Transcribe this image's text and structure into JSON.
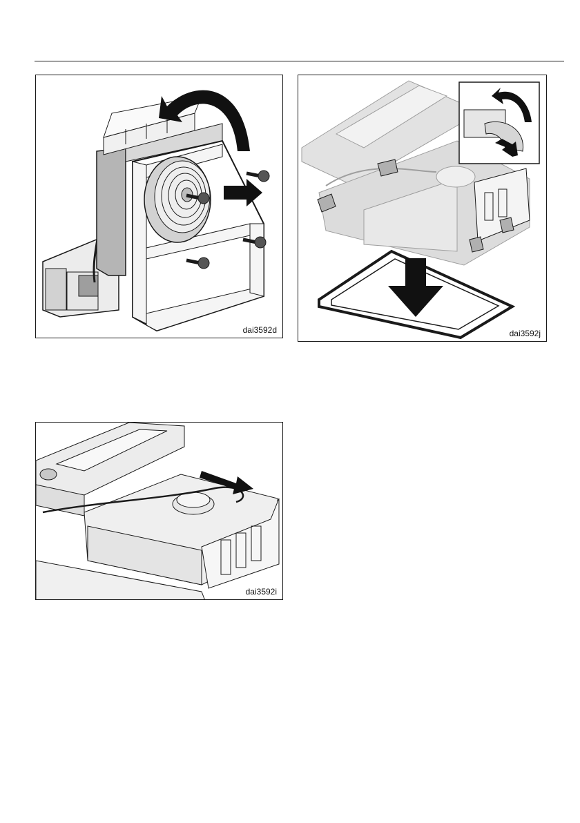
{
  "figures": [
    {
      "code": "dai3592d",
      "subject": "fan-module-removal"
    },
    {
      "code": "dai3592j",
      "subject": "housing-frame-latches"
    },
    {
      "code": "dai3592i",
      "subject": "duct-module-withdrawal"
    }
  ],
  "colors": {
    "line": "#1a1a1a",
    "part_light": "#ececec",
    "part_mid": "#d2d2d2",
    "part_dark": "#9e9e9e",
    "arrow": "#111111"
  }
}
